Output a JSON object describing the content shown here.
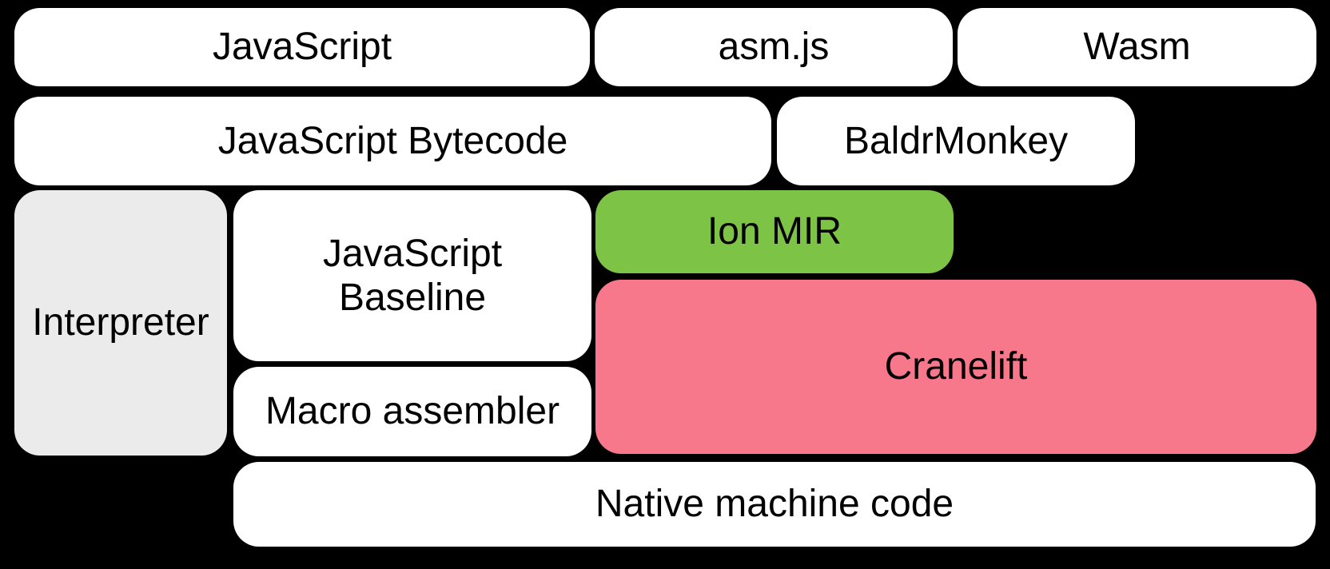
{
  "colors": {
    "background": "#000000",
    "node_default": "#ffffff",
    "node_interpreter": "#ebebeb",
    "node_ion_mir": "#7dc346",
    "node_cranelift": "#f7788a",
    "text": "#000000"
  },
  "nodes": {
    "javascript": {
      "label": "JavaScript"
    },
    "asmjs": {
      "label": "asm.js"
    },
    "wasm": {
      "label": "Wasm"
    },
    "bytecode": {
      "label": "JavaScript Bytecode"
    },
    "baldrmonkey": {
      "label": "BaldrMonkey"
    },
    "interpreter": {
      "label": "Interpreter"
    },
    "baseline": {
      "line1": "JavaScript",
      "line2": "Baseline"
    },
    "ion_mir": {
      "label": "Ion MIR"
    },
    "cranelift": {
      "label": "Cranelift"
    },
    "macro_assembler": {
      "label": "Macro assembler"
    },
    "native": {
      "label": "Native machine code"
    }
  }
}
